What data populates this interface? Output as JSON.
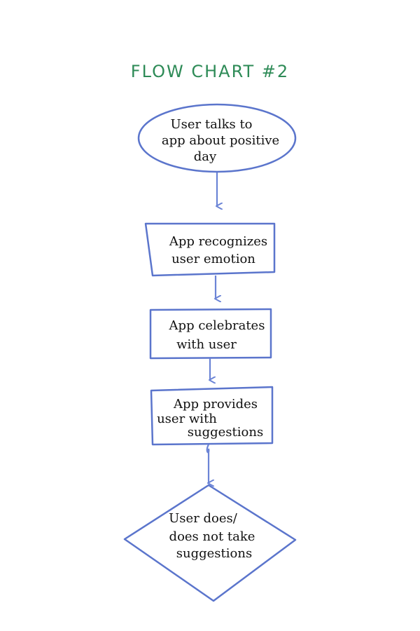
{
  "title": "FLOW CHART #2",
  "colors": {
    "title": "#2e8b57",
    "shape_stroke": "#5b75cc",
    "arrow": "#6b84d6",
    "text": "#111111"
  },
  "nodes": [
    {
      "id": "start",
      "shape": "ellipse",
      "lines": [
        "User talks to",
        "app about positive",
        "day"
      ]
    },
    {
      "id": "recognize",
      "shape": "rect",
      "lines": [
        "App recognizes",
        "user emotion"
      ]
    },
    {
      "id": "celebrate",
      "shape": "rect",
      "lines": [
        "App celebrates",
        "with user"
      ]
    },
    {
      "id": "suggest",
      "shape": "rect",
      "lines": [
        "App provides",
        "user with",
        "suggestions"
      ]
    },
    {
      "id": "decision",
      "shape": "diamond",
      "lines": [
        "User does/",
        "does not take",
        "suggestions"
      ]
    }
  ]
}
